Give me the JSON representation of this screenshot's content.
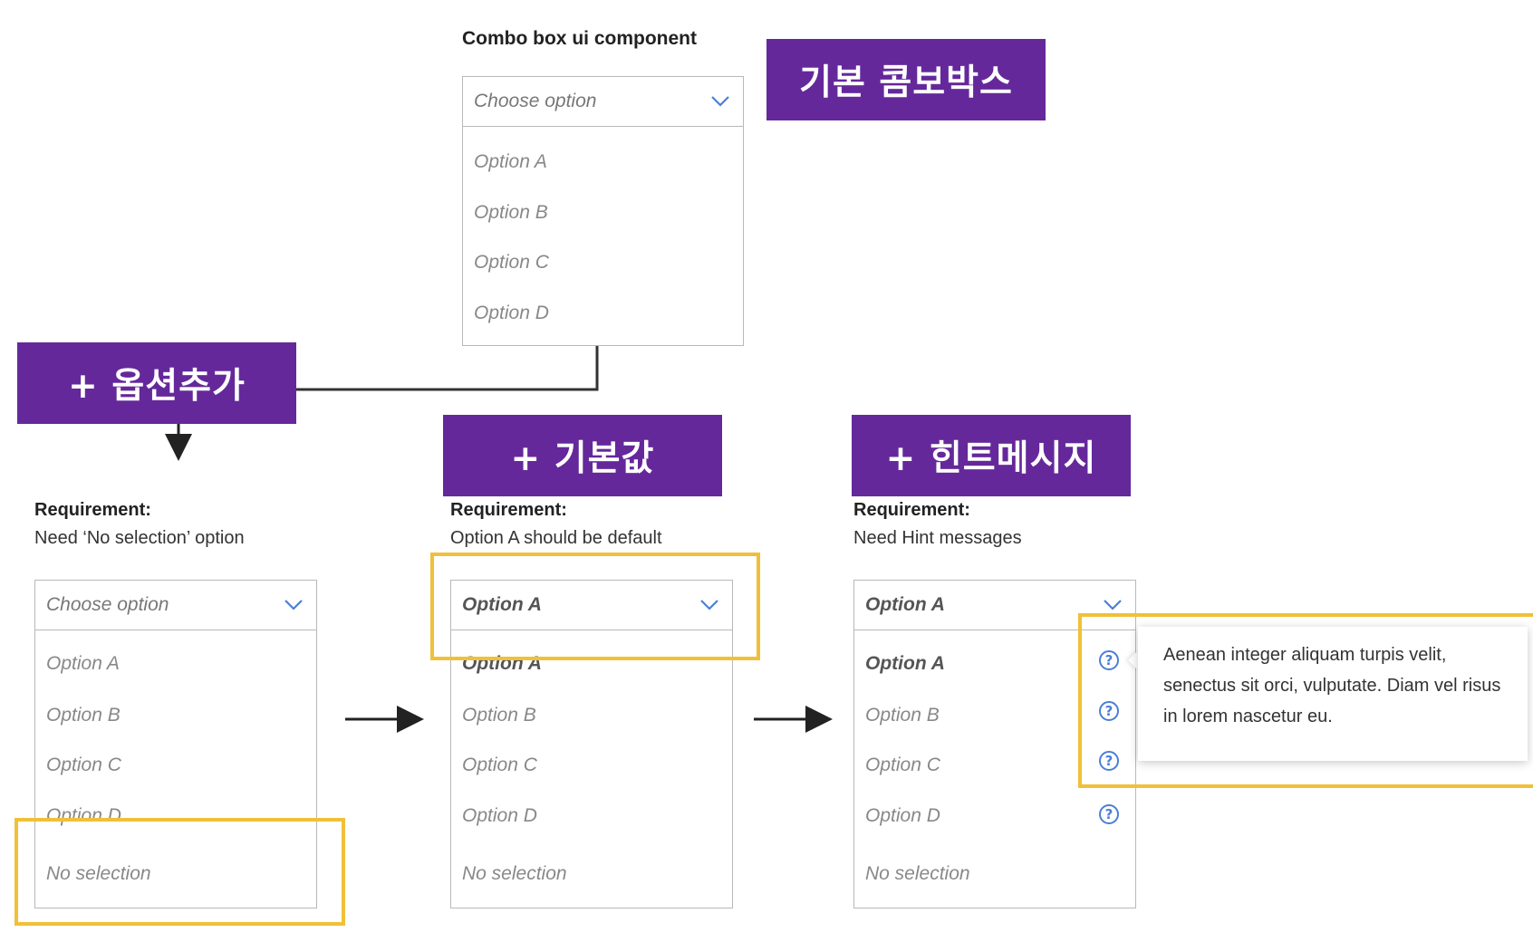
{
  "top": {
    "title": "Combo box ui component",
    "banner": "기본 콤보박스",
    "placeholder": "Choose option",
    "options": [
      "Option A",
      "Option B",
      "Option C",
      "Option D"
    ]
  },
  "steps": [
    {
      "banner": "+ 옵션추가",
      "requirement_label": "Requirement:",
      "requirement_text": "Need ‘No selection’ option",
      "value": "Choose option",
      "options": [
        "Option A",
        "Option B",
        "Option C",
        "Option D",
        "No selection"
      ]
    },
    {
      "banner": "+ 기본값",
      "requirement_label": "Requirement:",
      "requirement_text": "Option A should be default",
      "value": "Option A",
      "options": [
        "Option A",
        "Option B",
        "Option C",
        "Option D",
        "No selection"
      ]
    },
    {
      "banner": "+ 힌트메시지",
      "requirement_label": "Requirement:",
      "requirement_text": "Need Hint messages",
      "value": "Option A",
      "options": [
        "Option A",
        "Option B",
        "Option C",
        "Option D",
        "No selection"
      ],
      "help_glyph": "?",
      "tooltip": "Aenean integer aliquam turpis velit, senectus sit orci, vulputate. Diam vel risus in lorem nascetur eu."
    }
  ],
  "colors": {
    "banner": "#65289b",
    "highlight": "#f0c038",
    "help_icon": "#4a7fd6"
  }
}
